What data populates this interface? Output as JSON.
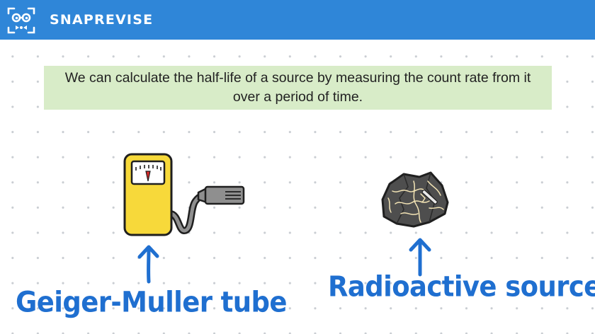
{
  "header": {
    "brand": "SNAPREVISE",
    "logo_icon": "face-with-glasses-icon",
    "color": "#2f86d8"
  },
  "info": {
    "text": "We can calculate the half-life of a source by measuring the count rate from it over a period of time.",
    "color": "#d8ecc8"
  },
  "illustrations": {
    "detector_icon": "geiger-muller-tube-icon",
    "source_icon": "radioactive-rock-icon",
    "arrow_icon": "arrow-up-icon"
  },
  "labels": {
    "detector": "Geiger-Muller tube",
    "source": "Radioactive source",
    "color": "#1f6fd0"
  }
}
